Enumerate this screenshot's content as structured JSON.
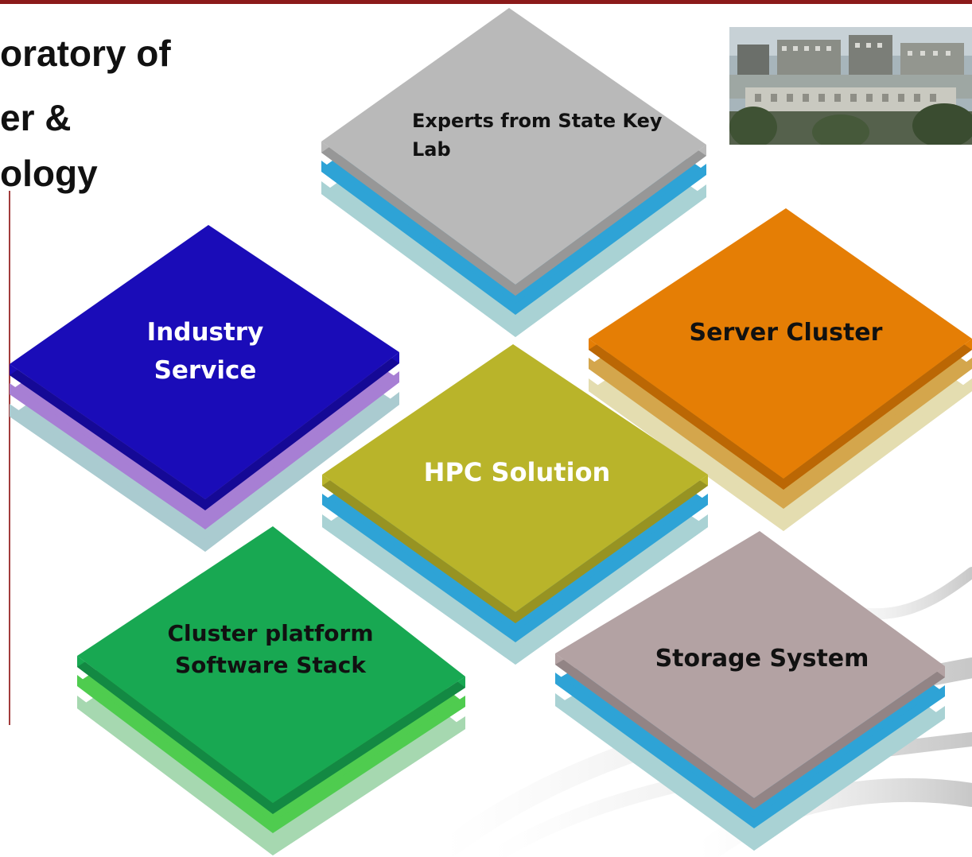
{
  "header": {
    "title_lines": [
      "oratory of",
      "er &",
      "ology"
    ],
    "accent_color": "#8b1a1a"
  },
  "photo": {
    "icon": "campus-photo"
  },
  "blocks": [
    {
      "id": "experts",
      "label_lines": [
        "Experts from State Key",
        "Lab"
      ],
      "top_color": "#b9b9b9",
      "layer_colors": [
        "#2ea3d6",
        "#a9d2d4"
      ],
      "text_color": "#111111"
    },
    {
      "id": "industry",
      "label_lines": [
        "Industry",
        "Service"
      ],
      "top_color": "#1a0cb8",
      "layer_colors": [
        "#a77fd4",
        "#aacbd0"
      ],
      "text_color": "#ffffff"
    },
    {
      "id": "server",
      "label_lines": [
        "Server Cluster"
      ],
      "top_color": "#e57e05",
      "layer_colors": [
        "#d4a64c",
        "#e4ddb0"
      ],
      "text_color": "#111111"
    },
    {
      "id": "hpc",
      "label_lines": [
        "HPC Solution"
      ],
      "top_color": "#b9b42a",
      "layer_colors": [
        "#2ea3d6",
        "#a9d2d4"
      ],
      "text_color": "#ffffff"
    },
    {
      "id": "cluster",
      "label_lines": [
        "Cluster platform",
        "Software Stack"
      ],
      "top_color": "#18a852",
      "layer_colors": [
        "#4fcc4f",
        "#a6d8b0"
      ],
      "text_color": "#111111"
    },
    {
      "id": "storage",
      "label_lines": [
        "Storage System"
      ],
      "top_color": "#b3a2a3",
      "layer_colors": [
        "#2ea3d6",
        "#a9d2d4"
      ],
      "text_color": "#111111"
    }
  ]
}
